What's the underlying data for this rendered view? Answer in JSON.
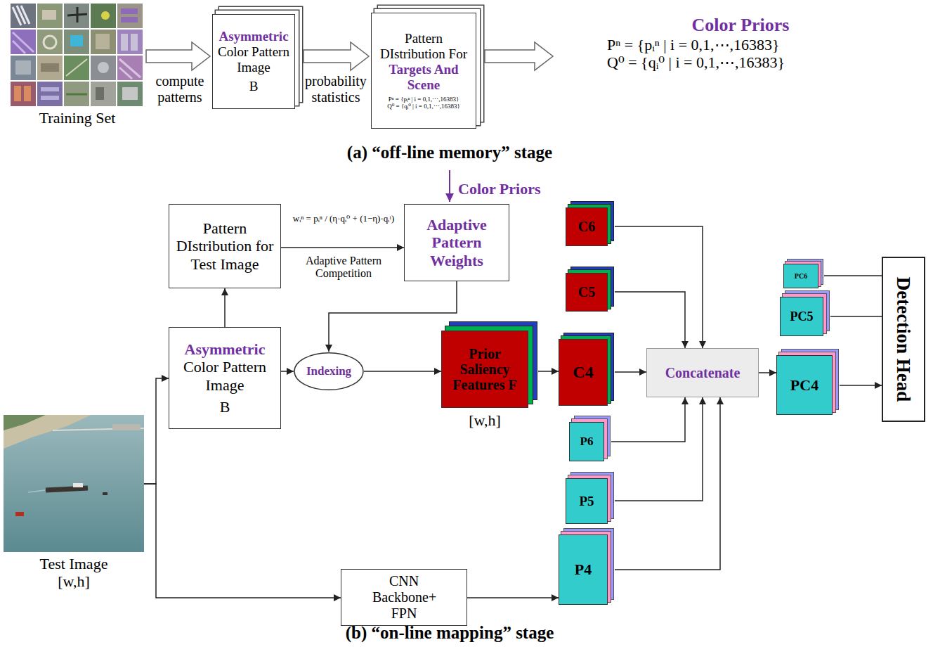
{
  "diagram": {
    "nodes": [
      {
        "text": [
          "Training Set"
        ]
      },
      {
        "text": [
          "Asymmetric",
          "Color Pattern Image",
          "B"
        ]
      },
      {
        "text": [
          "Pattern DIstribution For",
          "Targets And Scene",
          "Pⁿ = {pᵢⁿ | i = 0,1,⋯,16383}",
          "Q⁰ = {qᵢ⁰ | i = 0,1,⋯,16383}"
        ]
      },
      {
        "text": [
          "Color Priors",
          "Pⁿ = {pᵢⁿ | i = 0,1,⋯,16383}",
          "Q⁰ = {qᵢ⁰ | i = 0,1,⋯,16383}"
        ]
      },
      {
        "text": [
          "Pattern DIstribution for Test Image"
        ]
      },
      {
        "text": [
          "Adaptive Pattern Weights"
        ]
      },
      {
        "text": [
          "C6"
        ]
      },
      {
        "text": [
          "C5"
        ]
      },
      {
        "text": [
          "PC6"
        ]
      },
      {
        "text": [
          "PC5"
        ]
      },
      {
        "text": [
          "Detection Head"
        ]
      },
      {
        "text": [
          "Asymmetric",
          "Color Pattern Image",
          "B"
        ]
      },
      {
        "text": [
          "Indexing"
        ]
      },
      {
        "text": [
          "Prior Saliency Features F",
          "[w,h]"
        ]
      },
      {
        "text": [
          "C4"
        ]
      },
      {
        "text": [
          "Concatenate"
        ]
      },
      {
        "text": [
          "PC4"
        ]
      },
      {
        "text": [
          "Test Image",
          "[w,h]"
        ]
      },
      {
        "text": [
          "P6"
        ]
      },
      {
        "text": [
          "P5"
        ]
      },
      {
        "text": [
          "P4"
        ]
      },
      {
        "text": [
          "CNN Backbone+ FPN"
        ]
      }
    ],
    "edges": [
      {
        "from": 0,
        "to": 1,
        "arrow": "to",
        "label": "compute patterns"
      },
      {
        "from": 1,
        "to": 2,
        "arrow": "to",
        "label": "probability statistics"
      },
      {
        "from": 2,
        "to": 3,
        "arrow": "to"
      },
      {
        "from": 17,
        "to": 11,
        "arrow": "to"
      },
      {
        "from": 17,
        "to": 21,
        "arrow": "to"
      },
      {
        "from": 11,
        "to": 4,
        "arrow": "to"
      },
      {
        "from": 4,
        "to": 5,
        "arrow": "to",
        "label": "Adaptive Pattern Competition"
      },
      {
        "from": 5,
        "to": 12,
        "arrow": "to"
      },
      {
        "from": 11,
        "to": 12,
        "arrow": "to"
      },
      {
        "from": 12,
        "to": 13,
        "arrow": "to"
      },
      {
        "from": 13,
        "to": 14,
        "arrow": "to"
      },
      {
        "from": 6,
        "to": 15,
        "arrow": "to"
      },
      {
        "from": 7,
        "to": 15,
        "arrow": "to"
      },
      {
        "from": 14,
        "to": 15,
        "arrow": "to"
      },
      {
        "from": 18,
        "to": 15,
        "arrow": "to"
      },
      {
        "from": 19,
        "to": 15,
        "arrow": "to"
      },
      {
        "from": 20,
        "to": 15,
        "arrow": "to"
      },
      {
        "from": 21,
        "to": 20,
        "arrow": "to"
      },
      {
        "from": 15,
        "to": 16,
        "arrow": "to"
      },
      {
        "from": 8,
        "to": 10,
        "arrow": "none"
      },
      {
        "from": 9,
        "to": 10,
        "arrow": "none"
      },
      {
        "from": 16,
        "to": 10,
        "arrow": "to"
      }
    ],
    "labels": [
      "(a) “off-line memory” stage",
      "Color Priors",
      "wᵢⁿ = pᵢⁿ / (η·qᵢ⁰ + (1−η)·qᵢᵗ)",
      "(b) “on-line mapping” stage"
    ]
  }
}
